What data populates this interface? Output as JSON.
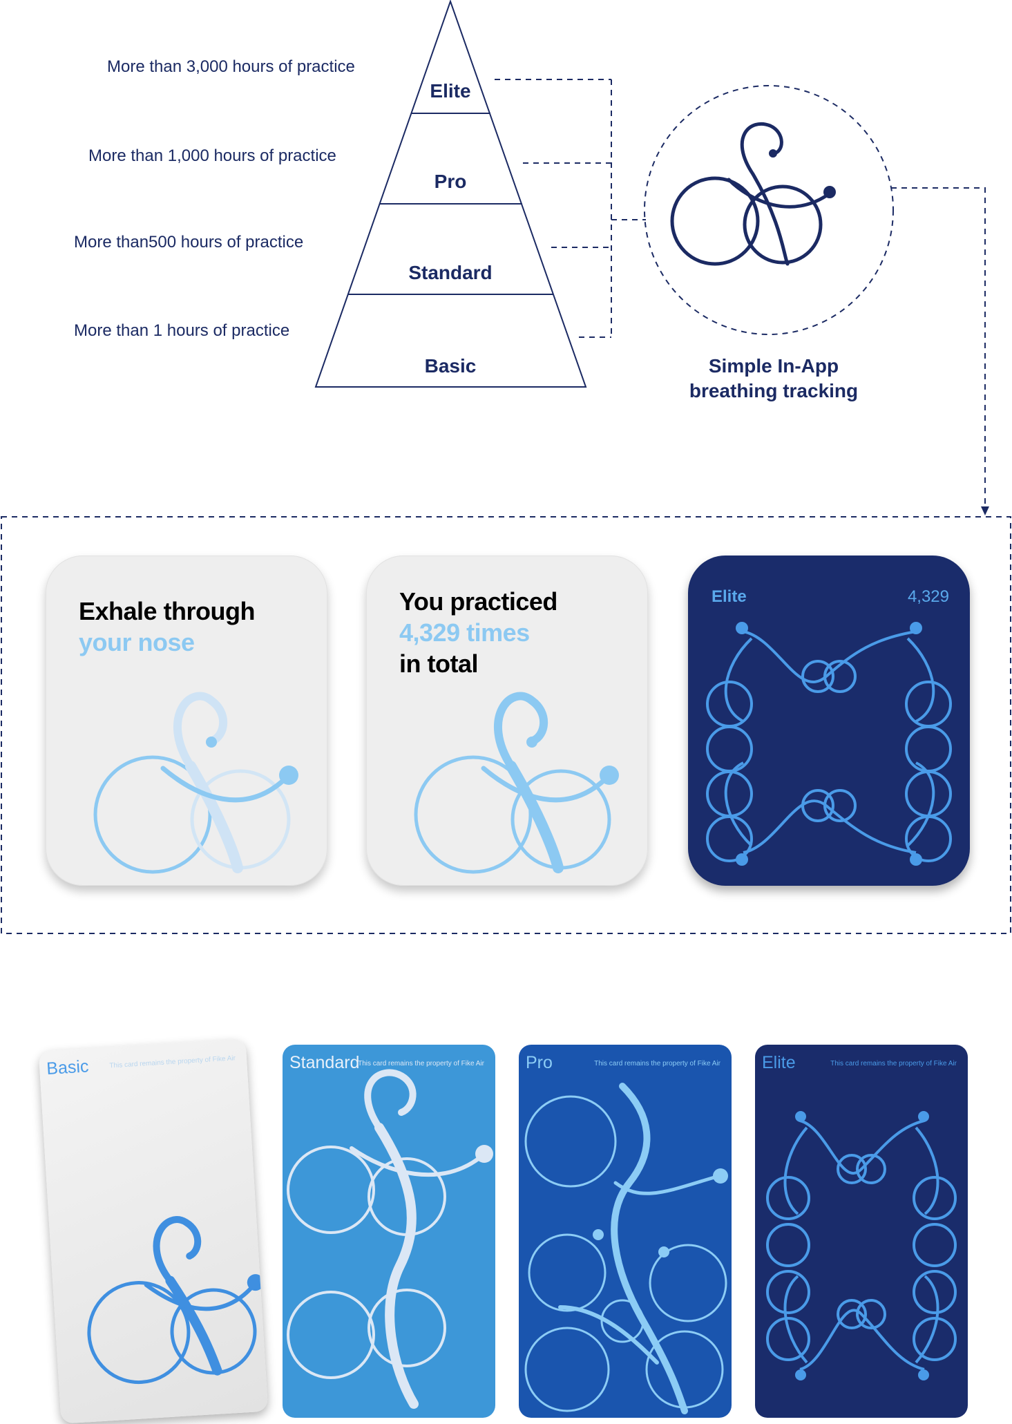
{
  "pyramid": {
    "tiers": [
      {
        "name": "Elite",
        "description": "More than 3,000 hours of practice"
      },
      {
        "name": "Pro",
        "description": "More than 1,000 hours of practice"
      },
      {
        "name": "Standard",
        "description": "More than500 hours of practice"
      },
      {
        "name": "Basic",
        "description": "More than 1 hours of practice"
      }
    ]
  },
  "brand": {
    "caption_line1": "Simple In-App",
    "caption_line2": "breathing tracking",
    "icon": "infinity-swirl-logo-icon"
  },
  "screens": [
    {
      "heading_line1": "Exhale through",
      "heading_accent": "your nose"
    },
    {
      "heading_line1": "You practiced",
      "heading_accent": "4,329 times",
      "heading_line3": "in total"
    },
    {
      "tier": "Elite",
      "count": "4,329"
    }
  ],
  "membership_cards": [
    {
      "name": "Basic",
      "note": "This card remains the property of Fike Air",
      "bg": "#eeeeee",
      "fg": "#4a9be8"
    },
    {
      "name": "Standard",
      "note": "This card remains the property of Fike Air",
      "bg": "#3d97d8",
      "fg": "#dbe7f5"
    },
    {
      "name": "Pro",
      "note": "This card remains the property of Fike Air",
      "bg": "#1a55ae",
      "fg": "#8cccf5"
    },
    {
      "name": "Elite",
      "note": "This card remains the property of Fike Air",
      "bg": "#1a2c6b",
      "fg": "#4a9be8"
    }
  ],
  "colors": {
    "navy": "#1b2a63",
    "light_blue": "#8cc9f2",
    "mid_blue": "#3d97d8"
  }
}
